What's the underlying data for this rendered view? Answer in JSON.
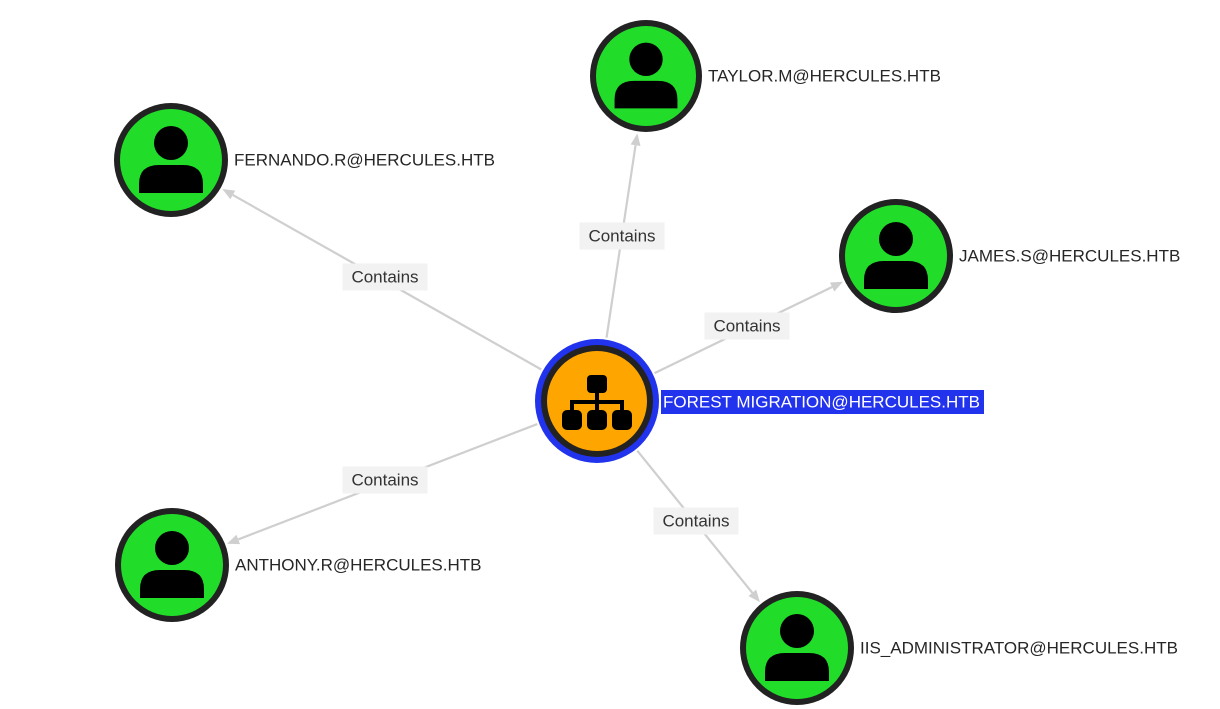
{
  "graph": {
    "colors": {
      "user_fill": "#21dd2a",
      "group_fill": "#ffa500",
      "node_border": "#222222",
      "selected_ring": "#2233ee",
      "edge": "#cfcfcf",
      "edge_label_bg": "#f2f2f2"
    },
    "center": {
      "id": "group",
      "label": "FOREST MIGRATION@HERCULES.HTB",
      "type": "Group",
      "icon": "group-hierarchy-icon",
      "selected": true
    },
    "nodes": [
      {
        "id": "taylor",
        "label": "TAYLOR.M@HERCULES.HTB",
        "type": "User",
        "icon": "user-icon"
      },
      {
        "id": "fernando",
        "label": "FERNANDO.R@HERCULES.HTB",
        "type": "User",
        "icon": "user-icon"
      },
      {
        "id": "james",
        "label": "JAMES.S@HERCULES.HTB",
        "type": "User",
        "icon": "user-icon"
      },
      {
        "id": "anthony",
        "label": "ANTHONY.R@HERCULES.HTB",
        "type": "User",
        "icon": "user-icon"
      },
      {
        "id": "iis",
        "label": "IIS_ADMINISTRATOR@HERCULES.HTB",
        "type": "User",
        "icon": "user-icon"
      }
    ],
    "edges": [
      {
        "from": "group",
        "to": "taylor",
        "label": "Contains"
      },
      {
        "from": "group",
        "to": "fernando",
        "label": "Contains"
      },
      {
        "from": "group",
        "to": "james",
        "label": "Contains"
      },
      {
        "from": "group",
        "to": "anthony",
        "label": "Contains"
      },
      {
        "from": "group",
        "to": "iis",
        "label": "Contains"
      }
    ]
  }
}
